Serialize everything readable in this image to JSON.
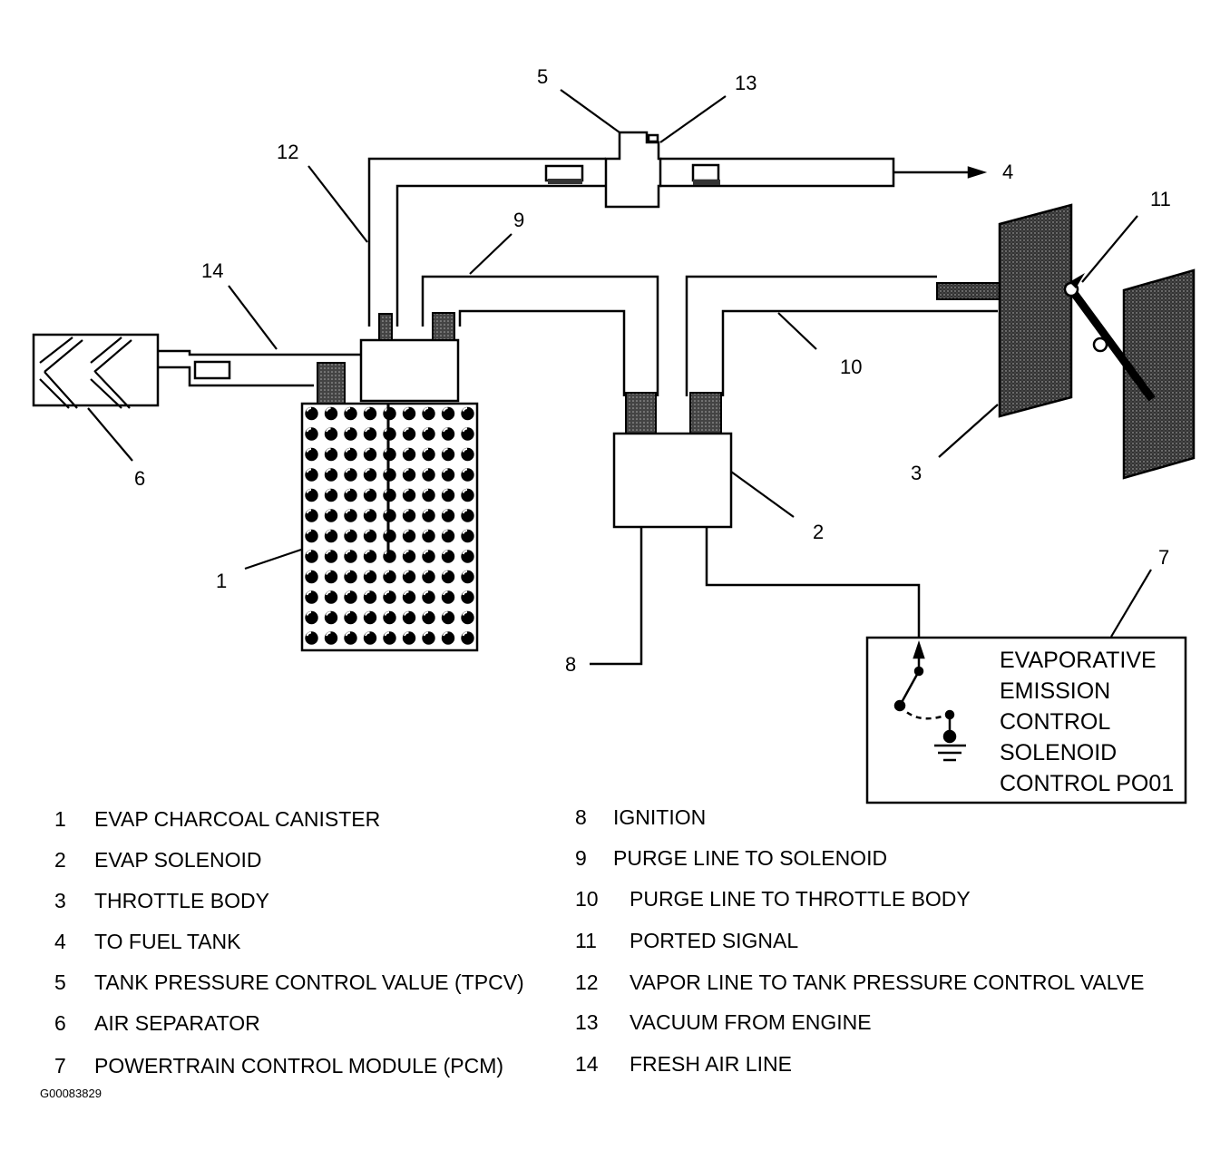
{
  "callouts": {
    "n1": "1",
    "n2": "2",
    "n3": "3",
    "n4": "4",
    "n5": "5",
    "n6": "6",
    "n7": "7",
    "n8": "8",
    "n9": "9",
    "n10": "10",
    "n11": "11",
    "n12": "12",
    "n13": "13",
    "n14": "14"
  },
  "pcm_box": {
    "lines": [
      "EVAPORATIVE",
      "EMISSION",
      "CONTROL",
      "SOLENOID",
      "CONTROL PO01"
    ]
  },
  "legend": {
    "left": [
      {
        "num": "1",
        "label": "EVAP CHARCOAL CANISTER"
      },
      {
        "num": "2",
        "label": "EVAP SOLENOID"
      },
      {
        "num": "3",
        "label": "THROTTLE BODY"
      },
      {
        "num": "4",
        "label": "TO FUEL TANK"
      },
      {
        "num": "5",
        "label": "TANK PRESSURE CONTROL VALUE (TPCV)"
      },
      {
        "num": "6",
        "label": "AIR SEPARATOR"
      },
      {
        "num": "7",
        "label": "POWERTRAIN CONTROL MODULE (PCM)"
      }
    ],
    "right": [
      {
        "num": "8",
        "label": "IGNITION"
      },
      {
        "num": "9",
        "label": "PURGE LINE TO SOLENOID"
      },
      {
        "num": "10",
        "label": "PURGE LINE TO THROTTLE BODY"
      },
      {
        "num": "11",
        "label": "PORTED SIGNAL"
      },
      {
        "num": "12",
        "label": "VAPOR LINE TO TANK PRESSURE CONTROL VALVE"
      },
      {
        "num": "13",
        "label": "VACUUM FROM ENGINE"
      },
      {
        "num": "14",
        "label": "FRESH AIR LINE"
      }
    ]
  },
  "figure_code": "G00083829"
}
